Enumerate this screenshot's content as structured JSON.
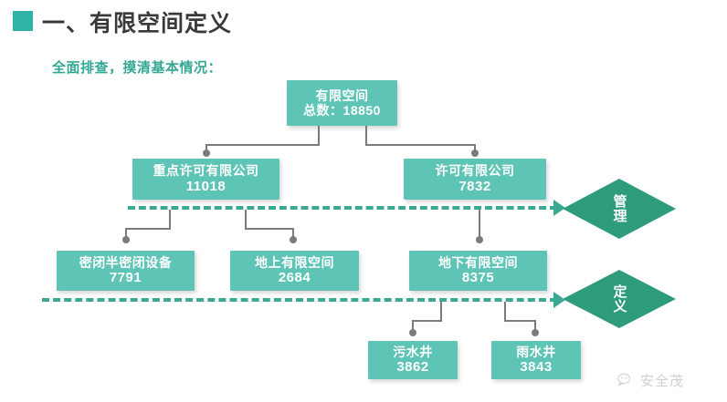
{
  "header": {
    "bullet_color": "#2eb3a6",
    "title": "一、有限空间定义"
  },
  "subtitle": "全面排查，摸清基本情况：",
  "palette": {
    "node_fill": "#5ec4b6",
    "diamond_fill": "#2e9b7d",
    "dashed_line": "#3aa893",
    "connector": "#7b7b7b",
    "title_text": "#3a3a3a",
    "subtitle_text": "#34a893"
  },
  "chart_data": {
    "type": "diagram",
    "title": "一、有限空间定义",
    "subtitle": "全面排查，摸清基本情况：",
    "nodes": [
      {
        "id": "root",
        "label": "有限空间",
        "value": "总数：18850",
        "count": 18850,
        "level": 1
      },
      {
        "id": "key_corp",
        "label": "重点许可有限公司",
        "value": "11018",
        "count": 11018,
        "level": 2
      },
      {
        "id": "corp",
        "label": "许可有限公司",
        "value": "7832",
        "count": 7832,
        "level": 2
      },
      {
        "id": "sealed",
        "label": "密闭半密闭设备",
        "value": "7791",
        "count": 7791,
        "level": 3
      },
      {
        "id": "above",
        "label": "地上有限空间",
        "value": "2684",
        "count": 2684,
        "level": 3
      },
      {
        "id": "below",
        "label": "地下有限空间",
        "value": "8375",
        "count": 8375,
        "level": 3
      },
      {
        "id": "sewage",
        "label": "污水井",
        "value": "3862",
        "count": 3862,
        "level": 4
      },
      {
        "id": "rain",
        "label": "雨水井",
        "value": "3843",
        "count": 3843,
        "level": 4
      }
    ],
    "edges": [
      {
        "from": "root",
        "to": "key_corp"
      },
      {
        "from": "root",
        "to": "corp"
      },
      {
        "from": "key_corp",
        "to": "sealed"
      },
      {
        "from": "key_corp",
        "to": "above"
      },
      {
        "from": "corp",
        "to": "below"
      },
      {
        "from": "below",
        "to": "sewage"
      },
      {
        "from": "below",
        "to": "rain"
      }
    ],
    "bands": [
      {
        "id": "manage",
        "label": "管理"
      },
      {
        "id": "define",
        "label": "定义"
      }
    ]
  },
  "diamonds": {
    "manage": "管理",
    "define": "定义"
  },
  "watermark": {
    "icon": "wechat-icon",
    "text": "安全茂"
  }
}
